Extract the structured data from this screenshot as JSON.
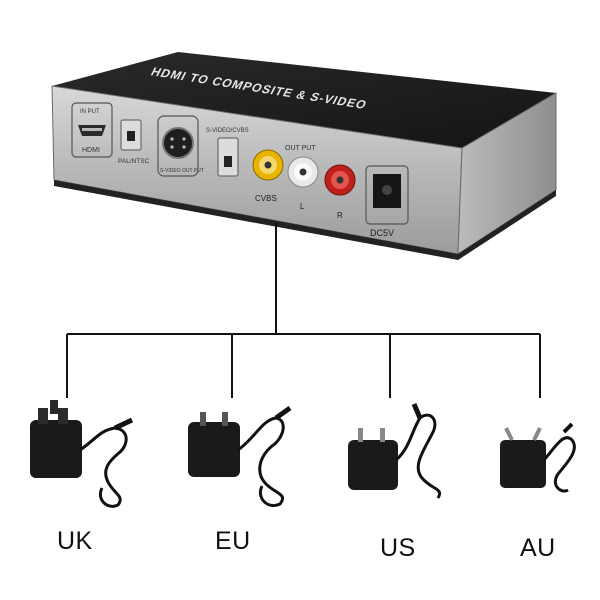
{
  "device": {
    "title": "HDMI TO COMPOSITE & S-VIDEO",
    "ports": {
      "input_label": "IN PUT",
      "hdmi_label": "HDMI",
      "switch_label": "PAL/NTSC",
      "svideo_label": "S-VIDEO OUT PUT",
      "svideo_cvbs_label": "S-VIDEO/CVBS",
      "output_label": "OUT PUT",
      "cvbs_label": "CVBS",
      "left_label": "L",
      "right_label": "R",
      "dc_label": "DC5V"
    },
    "colors": {
      "body_top": "#1c1c1c",
      "front_panel": "#c9c9c9",
      "rca_yellow": "#e8b400",
      "rca_white": "#e8e8e8",
      "rca_red": "#c0201a"
    }
  },
  "adapters": [
    {
      "region": "UK",
      "icon": "uk-power-adapter-icon"
    },
    {
      "region": "EU",
      "icon": "eu-power-adapter-icon"
    },
    {
      "region": "US",
      "icon": "us-power-adapter-icon"
    },
    {
      "region": "AU",
      "icon": "au-power-adapter-icon"
    }
  ]
}
